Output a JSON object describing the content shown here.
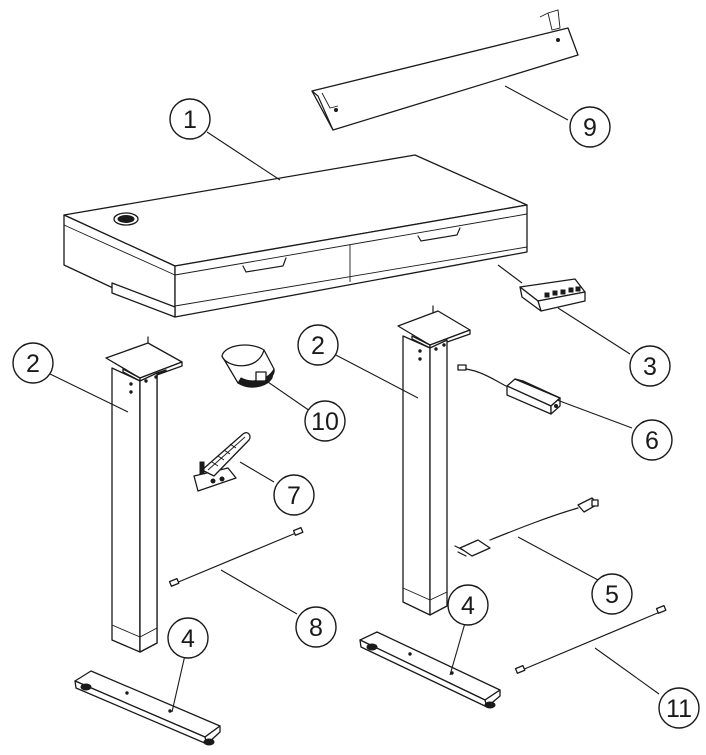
{
  "callouts": [
    {
      "id": "1",
      "label": "1"
    },
    {
      "id": "2a",
      "label": "2"
    },
    {
      "id": "2b",
      "label": "2"
    },
    {
      "id": "3",
      "label": "3"
    },
    {
      "id": "4a",
      "label": "4"
    },
    {
      "id": "4b",
      "label": "4"
    },
    {
      "id": "5",
      "label": "5"
    },
    {
      "id": "6",
      "label": "6"
    },
    {
      "id": "7",
      "label": "7"
    },
    {
      "id": "8",
      "label": "8"
    },
    {
      "id": "9",
      "label": "9"
    },
    {
      "id": "10",
      "label": "10"
    },
    {
      "id": "11",
      "label": "11"
    }
  ]
}
